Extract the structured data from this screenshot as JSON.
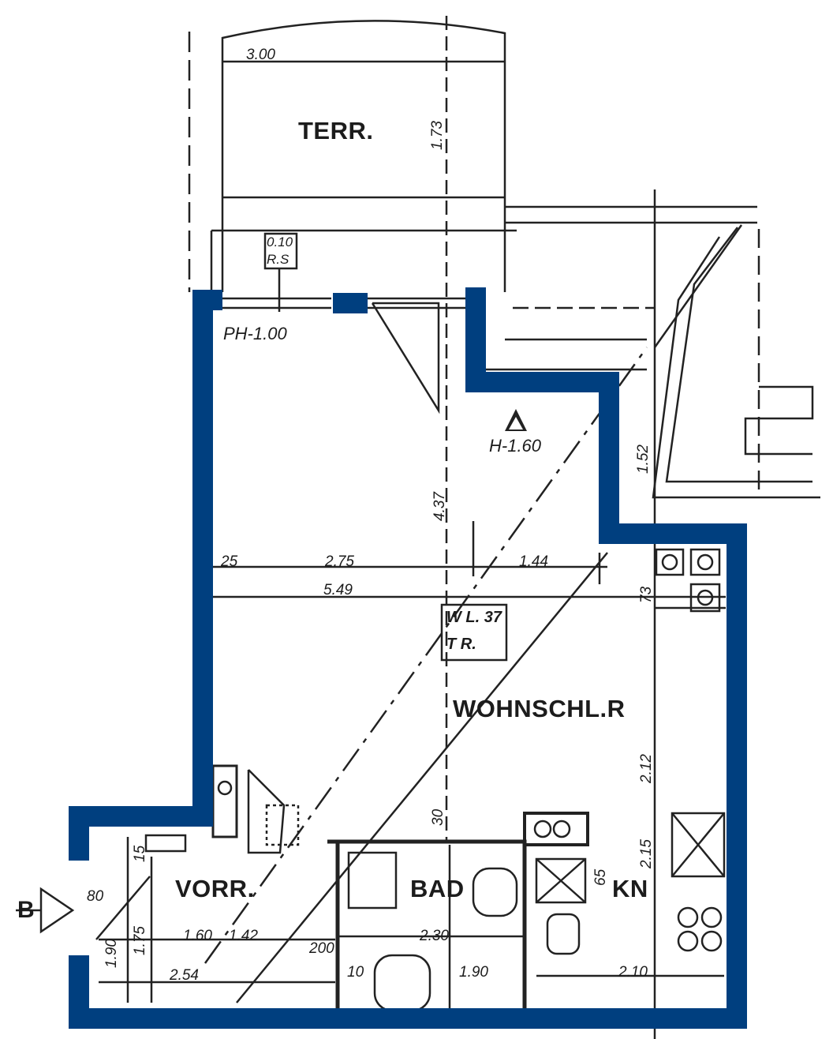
{
  "colors": {
    "outline": "#003F7F",
    "sketch": "#222222",
    "paper": "#FFFFFF"
  },
  "rooms": {
    "terrace": "TERR.",
    "living_sleeping": "WOHNSCHL.R",
    "hallway": "VORR.",
    "bathroom": "BAD",
    "kitchenette": "KN"
  },
  "labels": {
    "parapet": "PH-1.00",
    "height": "H-1.60",
    "window_code_1": "W L. 37",
    "window_code_2": "T R.",
    "box_top": "0.10",
    "box_bottom": "R.S",
    "entry": "B"
  },
  "dimensions": {
    "terrace_width": "3.00",
    "terrace_depth": "1.73",
    "span_25": "25",
    "span_275": "2.75",
    "span_144": "1.44",
    "overall_width": "5.49",
    "height_437": "4.37",
    "height_152": "1.52",
    "height_212": "2.12",
    "height_215": "2.15",
    "height_73": "73",
    "hall_160": "1.60",
    "hall_142": "1.42",
    "hall_254": "2.54",
    "hall_190": "1.90",
    "hall_175": "1.75",
    "bath_230": "2.30",
    "bath_190": "1.90",
    "kitchen_210": "2.10",
    "door_200": "200",
    "door_10": "10",
    "door_30": "30",
    "door_65": "65",
    "small_15": "15",
    "small_80": "80"
  }
}
